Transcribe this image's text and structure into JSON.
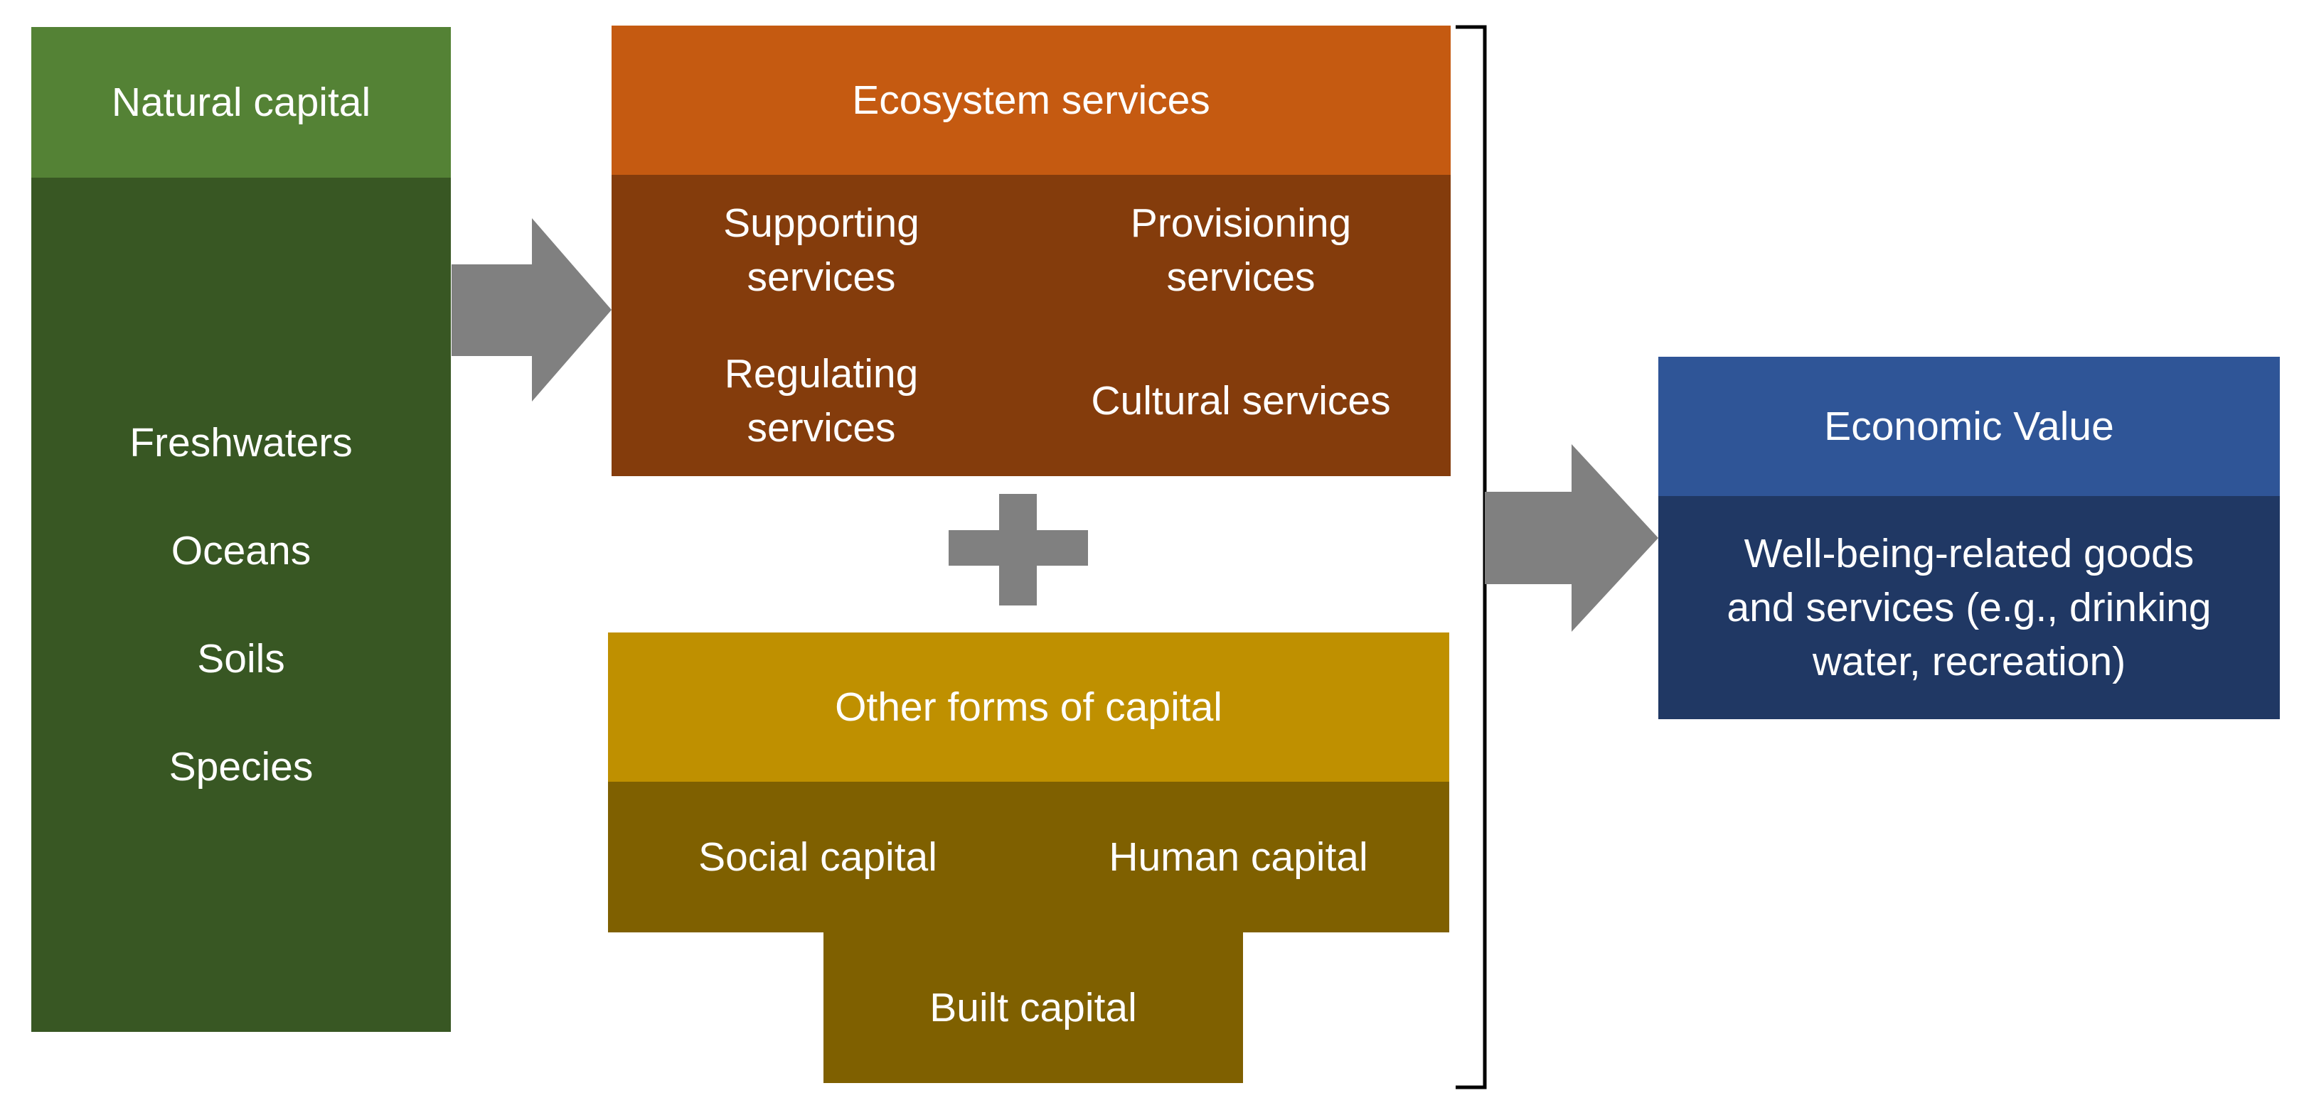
{
  "natural_capital": {
    "header": "Natural capital",
    "items": [
      "Freshwaters",
      "Oceans",
      "Soils",
      "Species"
    ]
  },
  "ecosystem_services": {
    "header": "Ecosystem services",
    "supporting": "Supporting\nservices",
    "provisioning": "Provisioning\nservices",
    "regulating": "Regulating\nservices",
    "cultural": "Cultural services"
  },
  "other_capital": {
    "header": "Other forms of capital",
    "social": "Social capital",
    "human": "Human capital",
    "built": "Built capital"
  },
  "economic_value": {
    "header": "Economic Value",
    "body": "Well-being-related goods\nand services (e.g., drinking\nwater, recreation)"
  },
  "colors": {
    "green_light": "#548235",
    "green_dark": "#385723",
    "orange_light": "#C55A11",
    "orange_dark": "#843C0C",
    "gold_light": "#BF9000",
    "gold_dark": "#7F6000",
    "blue_light": "#2F5597",
    "blue_dark": "#203864",
    "arrow_gray": "#808080",
    "bracket": "#000000"
  }
}
